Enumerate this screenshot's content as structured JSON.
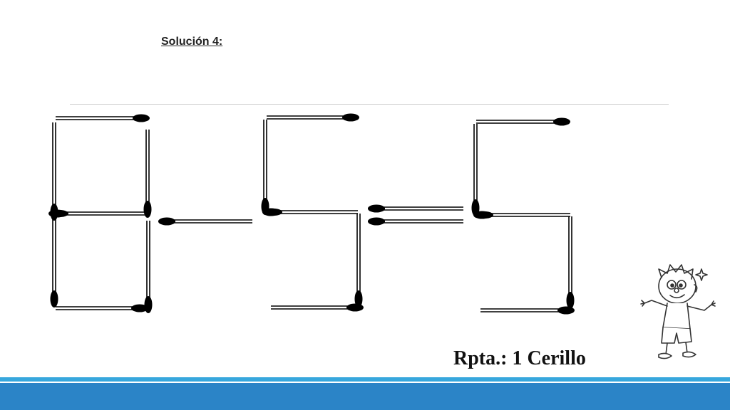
{
  "slide": {
    "title": "Solución 4:",
    "answer": "Rpta.: 1 Cerillo"
  },
  "equation": {
    "left_digit": "8",
    "operator": "-",
    "middle_digit": "5",
    "equals": "=",
    "result_digit": "5"
  },
  "colors": {
    "match": "#000000",
    "footer_light": "#37a7dd",
    "footer_dark": "#2b84c7",
    "divider": "#d2d2d2"
  },
  "icons": {
    "character": "cartoon-boy-icon"
  }
}
